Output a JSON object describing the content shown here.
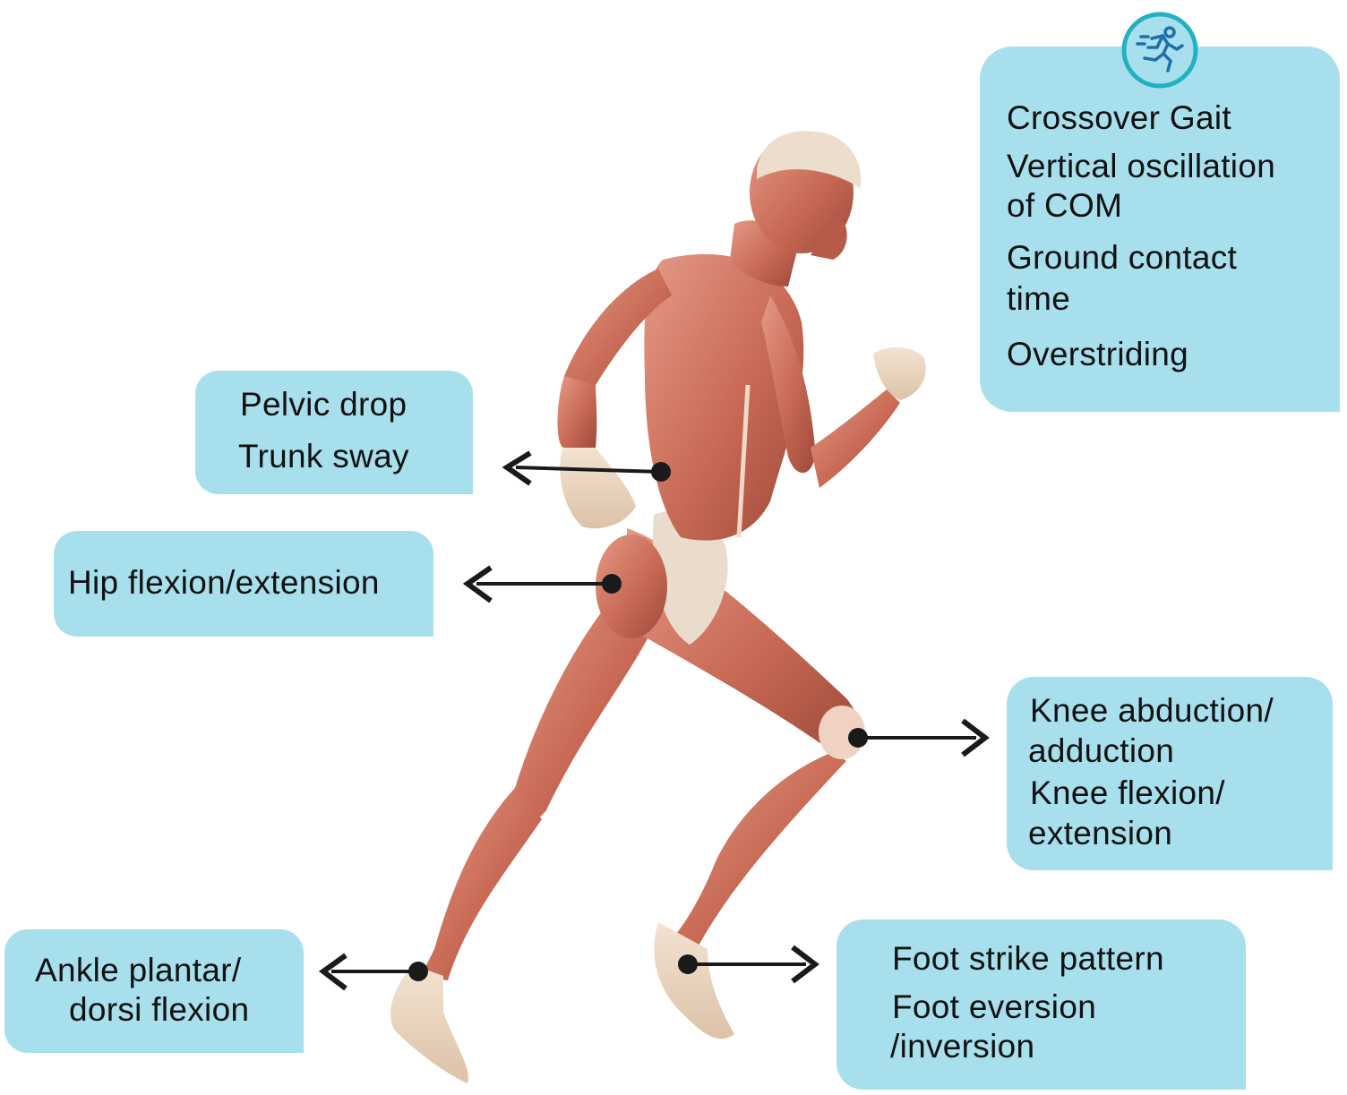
{
  "colors": {
    "box_fill": "#a7e0ec",
    "icon_ring": "#21b1c1",
    "icon_figure": "#1f6fa8",
    "pointer": "#1a1a1a",
    "muscle": "#c86a55"
  },
  "icons": {
    "gait_icon": "running-person-icon"
  },
  "labels": {
    "pelvic": [
      "Pelvic drop",
      "Trunk sway"
    ],
    "hip": [
      "Hip flexion/extension"
    ],
    "knee": [
      "Knee abduction/",
      "adduction",
      "Knee flexion/",
      "extension"
    ],
    "ankle": [
      "Ankle plantar/",
      "dorsi flexion"
    ],
    "foot": [
      "Foot strike pattern",
      "Foot eversion",
      "/inversion"
    ],
    "gait": [
      "Crossover Gait",
      "Vertical oscillation",
      "of COM",
      "Ground contact",
      "time",
      "Overstriding"
    ]
  }
}
